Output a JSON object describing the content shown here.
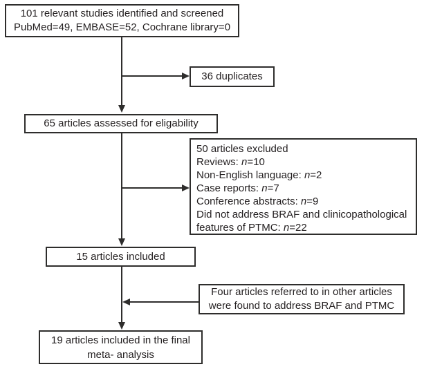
{
  "diagram": {
    "type": "study-selection-flowchart",
    "boxes": {
      "identified": {
        "line1": "101 relevant studies identified and screened",
        "line2": "PubMed=49, EMBASE=52, Cochrane library=0"
      },
      "duplicates": {
        "label": "36 duplicates"
      },
      "eligibility": {
        "label": "65 articles assessed for eligability"
      },
      "excluded": {
        "lines": [
          {
            "pre": "50 articles excluded",
            "n": "",
            "post": ""
          },
          {
            "pre": "Reviews: ",
            "n": "n",
            "post": "=10"
          },
          {
            "pre": "Non-English language: ",
            "n": "n",
            "post": "=2"
          },
          {
            "pre": "Case reports: ",
            "n": "n",
            "post": "=7"
          },
          {
            "pre": "Conference abstracts: ",
            "n": "n",
            "post": "=9"
          },
          {
            "pre": "Did not address BRAF and clinicopathological features of PTMC: ",
            "n": "n",
            "post": "=22"
          }
        ]
      },
      "included": {
        "label": "15 articles included"
      },
      "referred": {
        "line1": "Four articles referred to in other articles",
        "line2": "were found to address BRAF and PTMC"
      },
      "final": {
        "line1": "19 articles included in the final",
        "line2": "meta- analysis"
      }
    },
    "colors": {
      "line": "#2e2d2c",
      "text": "#231f20",
      "background": "#ffffff"
    }
  }
}
